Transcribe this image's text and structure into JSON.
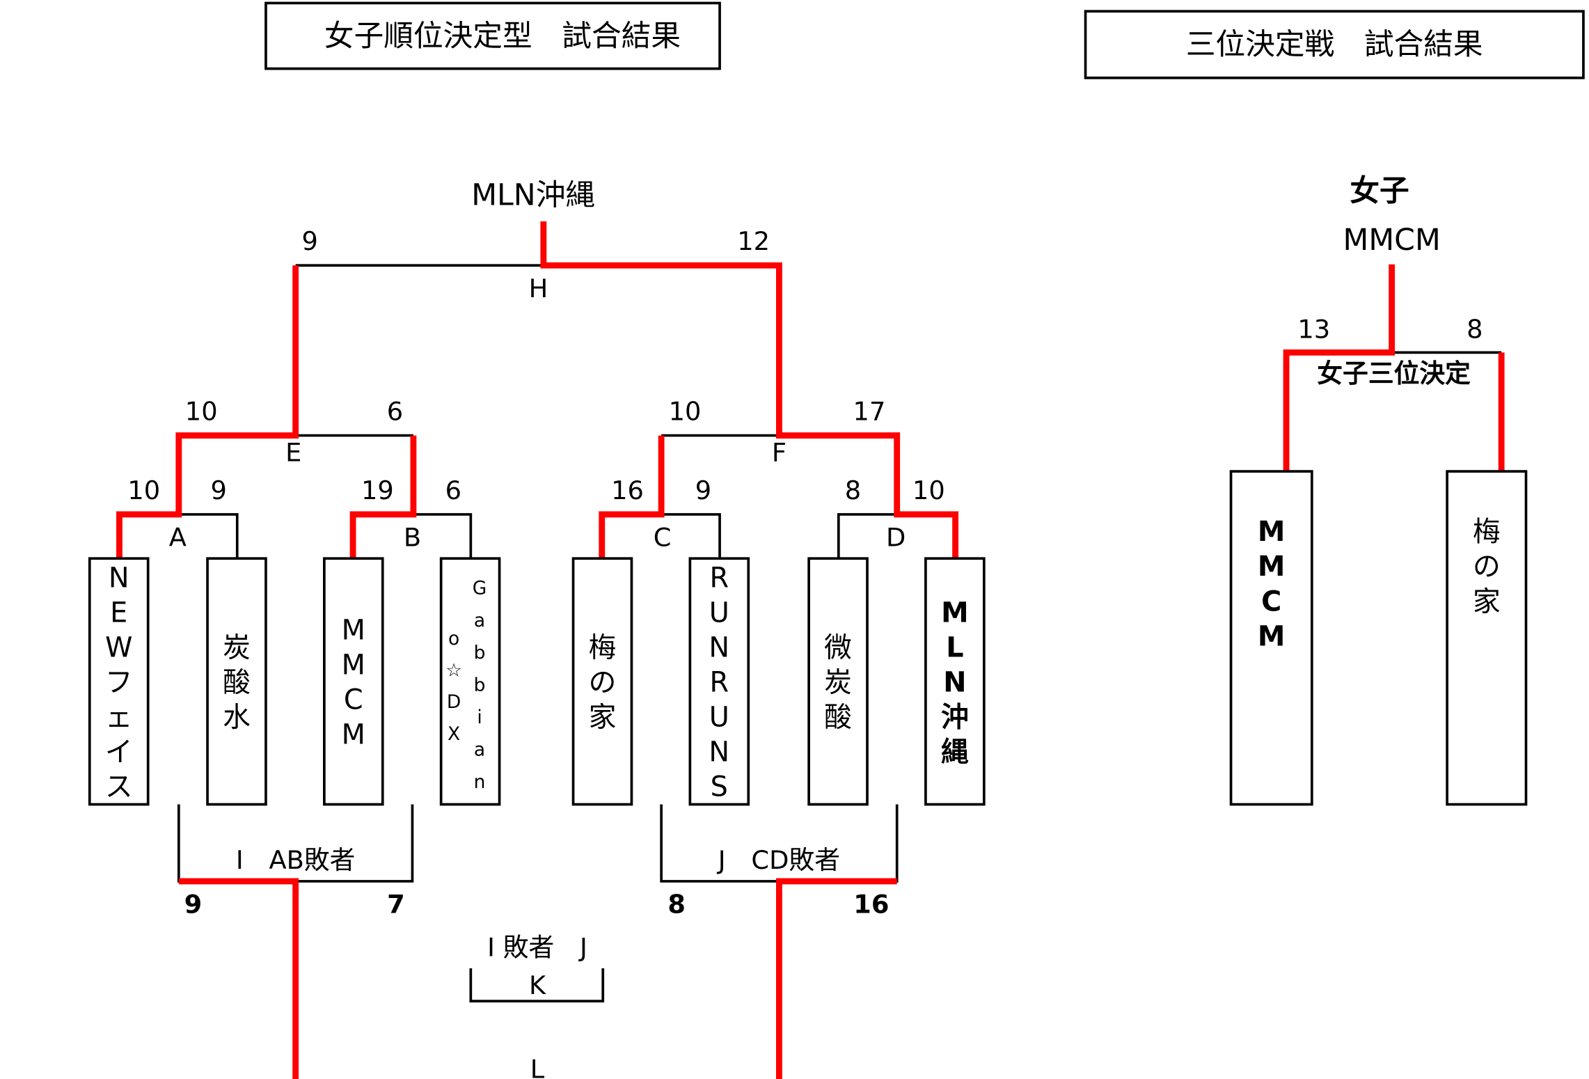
{
  "main_bracket": {
    "title": "女子順位決定型　試合結果",
    "champion": "MLN沖縄",
    "teams": [
      {
        "name": "NEWフェイス",
        "chars": [
          "N",
          "E",
          "W",
          "フ",
          "ェ",
          "イ",
          "ス"
        ]
      },
      {
        "name": "炭酸水",
        "chars": [
          "炭",
          "酸",
          "水"
        ]
      },
      {
        "name": "MMCM",
        "chars": [
          "M",
          "M",
          "C",
          "M"
        ]
      },
      {
        "name": "Gabbiano☆DX",
        "col1": [
          "G",
          "a",
          "b",
          "b",
          "i",
          "a",
          "n"
        ],
        "col2": [
          "o",
          "☆",
          "D",
          "X"
        ]
      },
      {
        "name": "梅の家",
        "chars": [
          "梅",
          "の",
          "家"
        ]
      },
      {
        "name": "RUNRUNS",
        "chars": [
          "R",
          "U",
          "N",
          "R",
          "U",
          "N",
          "S"
        ]
      },
      {
        "name": "微炭酸",
        "chars": [
          "微",
          "炭",
          "酸"
        ]
      },
      {
        "name": "MLN沖縄",
        "chars": [
          "M",
          "L",
          "N",
          "沖",
          "縄"
        ]
      }
    ],
    "matches": {
      "A": {
        "label": "A",
        "left_score": "10",
        "right_score": "9"
      },
      "B": {
        "label": "B",
        "left_score": "19",
        "right_score": "6"
      },
      "C": {
        "label": "C",
        "left_score": "16",
        "right_score": "9"
      },
      "D": {
        "label": "D",
        "left_score": "8",
        "right_score": "10"
      },
      "E": {
        "label": "E",
        "left_score": "10",
        "right_score": "6"
      },
      "F": {
        "label": "F",
        "left_score": "10",
        "right_score": "17"
      },
      "H": {
        "label": "H",
        "left_score": "9",
        "right_score": "12"
      },
      "I": {
        "label": "I　AB敗者",
        "left_score": "9",
        "right_score": "7"
      },
      "J": {
        "label": "J　CD敗者",
        "left_score": "8",
        "right_score": "16"
      },
      "K": {
        "label": "K",
        "header": "I 敗者　J"
      },
      "L": {
        "label": "L"
      }
    }
  },
  "third_place": {
    "title": "三位決定戦　試合結果",
    "category": "女子",
    "winner": "MMCM",
    "match_label": "女子三位決定",
    "left_score": "13",
    "right_score": "8",
    "teams": [
      {
        "name": "MMCM",
        "chars": [
          "M",
          "M",
          "C",
          "M"
        ]
      },
      {
        "name": "梅の家",
        "chars": [
          "梅",
          "の",
          "家"
        ]
      }
    ]
  },
  "colors": {
    "winner_line": "#ff0000",
    "line": "#000000"
  }
}
